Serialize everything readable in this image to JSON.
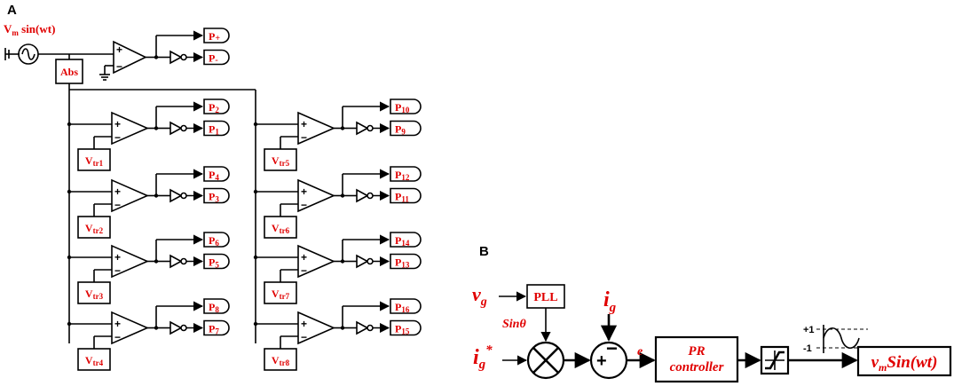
{
  "panel_a": {
    "label": "A",
    "source_label": "V",
    "source_sub": "m",
    "source_rest": " sin(wt)",
    "abs_label": "Abs",
    "plus_sign": "+",
    "minus_sign": "−",
    "top_outputs": {
      "pos": "+",
      "neg": "-"
    },
    "output_prefix": "P",
    "stages": [
      {
        "vtr": "1",
        "upper": "2",
        "lower": "1"
      },
      {
        "vtr": "2",
        "upper": "4",
        "lower": "3"
      },
      {
        "vtr": "3",
        "upper": "6",
        "lower": "5"
      },
      {
        "vtr": "4",
        "upper": "8",
        "lower": "7"
      },
      {
        "vtr": "5",
        "upper": "10",
        "lower": "9"
      },
      {
        "vtr": "6",
        "upper": "12",
        "lower": "11"
      },
      {
        "vtr": "7",
        "upper": "14",
        "lower": "13"
      },
      {
        "vtr": "8",
        "upper": "16",
        "lower": "15"
      }
    ],
    "vtr_prefix": "V",
    "vtr_sub_prefix": "tr"
  },
  "panel_b": {
    "label": "B",
    "vg": "v",
    "vg_sub": "g",
    "pll": "PLL",
    "sin_theta": "Sinθ",
    "ig_star": "i",
    "ig_star_sub": "g",
    "ig_star_sup": "*",
    "ig": "i",
    "ig_sub": "g",
    "multiply": "×",
    "sum_plus": "+",
    "sum_minus": "−",
    "error": "e",
    "pr_line1": "PR",
    "pr_line2": "controller",
    "sat_high": "+1",
    "sat_low": "-1",
    "output_v": "v",
    "output_sub": "m",
    "output_rest": "Sin(wt)"
  }
}
